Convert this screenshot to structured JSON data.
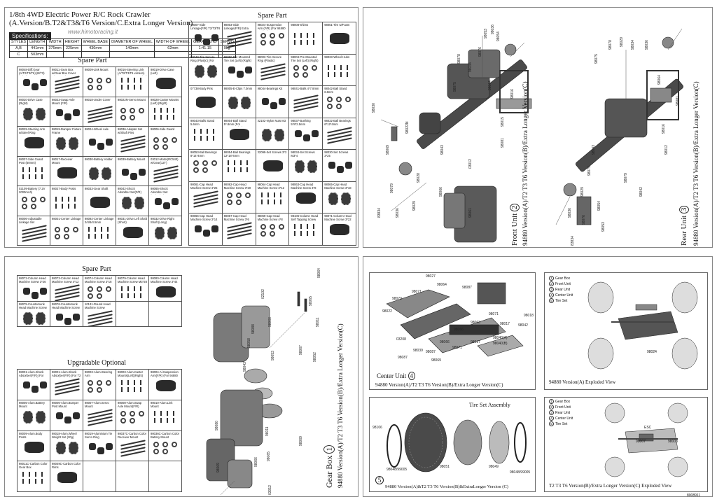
{
  "header": {
    "title_line1": "1/8th 4WD Electric Power R/C Rock Crawler",
    "title_line2": "(A.Version/B.T2&T3&T6 Version/C.Extra Longer Version)",
    "specs_label": "Specifications:",
    "website": "www.himotoracing.it"
  },
  "specs": {
    "headers": [
      "STYLES",
      "LENGTH",
      "WIDTH",
      "HEIGHT",
      "WHEEL BASE",
      "DIAMETER OF WHEEL",
      "WIDTH OF WHEEL",
      "GEAR RATIO",
      "SERVO"
    ],
    "rows": [
      [
        "A,B",
        "441mm",
        "375mm",
        "225mm",
        "436mm",
        "140mm",
        "62mm",
        "1:41.15",
        "9kg"
      ],
      [
        "C",
        "503mm",
        "",
        "",
        "",
        "",
        "",
        "",
        ""
      ]
    ]
  },
  "spare_part_title": "Spare Part",
  "upgradable_title": "Upgradable Optional",
  "spare_parts_left": [
    "98048-Diff.Gear (A/T2/T3/T6) (B/T3) (A/T6)",
    "98011-Gear Box w/Gear Box Cover w/Motor Plate",
    "98009-Link Mount",
    "98016-Steering Link (A/T2/T3/T6 version) (Extra Longer Version)",
    "98019-Drive Case (Left)",
    "98020-Drive Case (Right)",
    "98023-Swap Axle Mount (F/R)",
    "98018-Under Cover",
    "98022N-Servo Mount",
    "98028-Caster Mounts (Left) (Right)",
    "98029-Steering Arm w/Steel Ring",
    "98019-Damper Fixture Frame",
    "98024-Wheel Axle",
    "98036-Adapter Set w/Shaft Pins",
    "98006-Side Guard",
    "98007-Side Guard Post (60mm)",
    "98017-Receiver Mount",
    "98030-Battery Holder",
    "98039-Battery Mount",
    "03012-Motor(RC540) w/Gear(12T)",
    "02109-Battery (7.2V 2000mAh)",
    "98027-Body Posts",
    "98033-Gear Shaft",
    "98042-Shock Absorber Set(F/R)",
    "98065-Shock Absorber Set (T2/T3/T6)",
    "98006-Adjustable Linkage Set",
    "98001-Center Linkage",
    "98092-Center Linkage 2/4/6/4.5mm",
    "98031-Drive Left Shaft (Short)",
    "98032-Drive Right Shaft (Long)"
  ],
  "spare_parts_right": [
    "98007-Side Linkage(F/R) T2/T3/T6 100*6.8mm",
    "98003-Side Linkage(F/R) Extra Longer 314*6.3mm",
    "98024-Suspension Arm (F/R) (For 94880 version)",
    "98008-Shims",
    "98051-Tire w/Foam",
    "98048-Tire Secure Ring (Plastic) (For 94880Version)",
    "98050-Pre-Mounted Tire Set (Left) (Right)",
    "98003-Tire Secure Ring (Plastic) T2/T3/T6 Extra Longer Version",
    "98004-Pre-Mounted Tire Set (Left) (Right)",
    "98033-Wheel Hubs",
    "07738-Body Pins",
    "98005-E-Clips 7.0mm",
    "98044-Bearings Kit",
    "98041-Balls 4*7.8mm",
    "98042-Ball Stand 6.8mm",
    "98043-Balls Stand 5.6mm",
    "98004-Ball Stand 5*.8mm (For 94880Version)",
    "02102-Nylon Nuts M3",
    "98037-Bushing 5*8*2.5mm",
    "98032-Ball Bearings 6*12*4mm",
    "98053-Ball Bearings 8*14*4mm",
    "98054-Ball Bearings 12*18*4mm",
    "02099-Set Screws 3*3",
    "98034-Set Screws M3*4",
    "98030-Set Screws 3*25",
    "98061-Cap Head Machine Screw 4*25",
    "98062-Cap Head Machine Screw 3*20",
    "98064-Cap Head Machine Screw 3*12",
    "98063-Cap Head Machine Screw 3*8",
    "98065-Cap Head Machine Screw 3*18",
    "98066-Cap Head Machine Screw 3*14",
    "98067-Cap Head Machine Screw 3*6",
    "98069-Cap Head Machine Screw 4*8",
    "98106-Column Head Self Tapping Screw 3*8",
    "98071-Column Head Machine Screw 3*22"
  ],
  "spare_parts_bl": [
    "98072-Column Head Machine Screw 3*26",
    "98073-Column Head Machine Screw 4*12",
    "98074-Column Head Machine Screw 3*18",
    "98079-Column Head Machine Screw M3*28",
    "98080-Column Head Machine Screw 3*44",
    "98075-Countersunk Head Machine Screw 4*24",
    "98076-Countersunk Head Machine Screw M4*14",
    "10131-Round Head Machine Screw 3*6mm",
    "",
    ""
  ],
  "upgrade_parts": [
    "98001-Alum.Shock Absorber(F/R) (For 94880 version)",
    "98001-Alum.Shock Absorber(F/R) (For T2 T3 T6/Extra Longer Version)",
    "98003-Alum.Steering Arm",
    "98003-Alum.Caster Mounts(Left)(Right)",
    "98004-Al.Suspension Arm(F/R) (For 94880 version)",
    "98005-Alum.Battery Mount",
    "98006-Alum.Bumper Post Mount",
    "98007-Alum.Servo Mount",
    "98008-Alum.Swap Axle Mount(F/R)",
    "98010-Alum.Link Mount",
    "98009-Alum.Body Posts",
    "98018-Alum.Wheel Weight Set (20g)",
    "98019-Aluminium Tie Servo Ring",
    "98037C-Carbon Color Receiver Mount",
    "98036C-Carbon Color Battery Mount",
    "98011C-Carbon Color Gear Box",
    "98049C-Carbon Color Rims",
    "",
    "",
    ""
  ],
  "gearbox": {
    "title": "Gear Box",
    "num": "1",
    "version": "94880 Version(A)/T2 T3 T6 Version(B)/Extra Longer Version(C)",
    "parts": [
      "98064",
      "98065",
      "98011",
      "98052",
      "98067",
      "02102",
      "98058",
      "98088",
      "98066",
      "98053",
      "98043",
      "98080",
      "98009",
      "98066",
      "98011",
      "98065",
      "03012",
      "98069"
    ]
  },
  "front_unit": {
    "title": "Front Unit",
    "num": "2",
    "version": "94880 Version(A)/T2 T3 T6 Version(B)/Extra Longer Version(C)",
    "parts": [
      "98030",
      "98069",
      "98022N",
      "98079",
      "98036",
      "98028",
      "98029",
      "98078",
      "98075",
      "98034",
      "98064",
      "98043",
      "98081",
      "98015",
      "98016",
      "03012",
      "98076",
      "98053",
      "98054",
      "98036",
      "83834",
      "98066",
      "98061"
    ]
  },
  "rear_unit": {
    "title": "Rear Unit",
    "num": "3",
    "version": "94880 Version(A)/T2 T3 T6 Version(B)/Extra Longer Version(C)",
    "parts": [
      "98075",
      "98078",
      "98029",
      "98034",
      "98036",
      "98064",
      "98081",
      "98016",
      "98043",
      "98075",
      "98029",
      "98036",
      "98076",
      "98054",
      "83834",
      "98053",
      "98042",
      "98079",
      "98012"
    ]
  },
  "center_unit": {
    "title": "Center Unit",
    "num": "4",
    "version": "94880 Version(A)/T2 T3 T6 Version(B)/Extra Longer Version(C)",
    "parts": [
      "98027",
      "98064",
      "98087",
      "98071",
      "98070",
      "98022",
      "98063",
      "98017",
      "98042",
      "98018",
      "98071",
      "98066",
      "98066",
      "98087",
      "98087",
      "03208",
      "98039",
      "98069",
      "98071",
      "98017",
      "98040(A)",
      "98040(B)"
    ]
  },
  "tire_set": {
    "title": "Tire Set Assembly",
    "num": "5",
    "caption": "94880 Version(A)&T2 T3 T6 Version(B)&ExtraLonger Version  (C)",
    "parts": [
      "98106",
      "98048/99005",
      "98051",
      "98049",
      "98048/99005"
    ]
  },
  "exploded_a": {
    "caption": "94880 Version(A) Exploded View",
    "legend": [
      "Gear Box",
      "Front Unit",
      "Rear Unit",
      "Center Unit",
      "Tire Set"
    ],
    "nums": [
      "1",
      "2",
      "3",
      "4",
      "5"
    ],
    "parts": [
      "98024"
    ]
  },
  "exploded_b": {
    "caption": "T2 T3 T6 Version(B)/Extra Longer Version(C) Exploded View",
    "legend": [
      "Gear Box",
      "Front Unit",
      "Rear Unit",
      "Center Unit",
      "Tire Set"
    ],
    "nums": [
      "1",
      "2",
      "3",
      "4",
      "5"
    ],
    "parts": [
      "ESC",
      "98007",
      "98003"
    ]
  },
  "page_code": "8008911"
}
